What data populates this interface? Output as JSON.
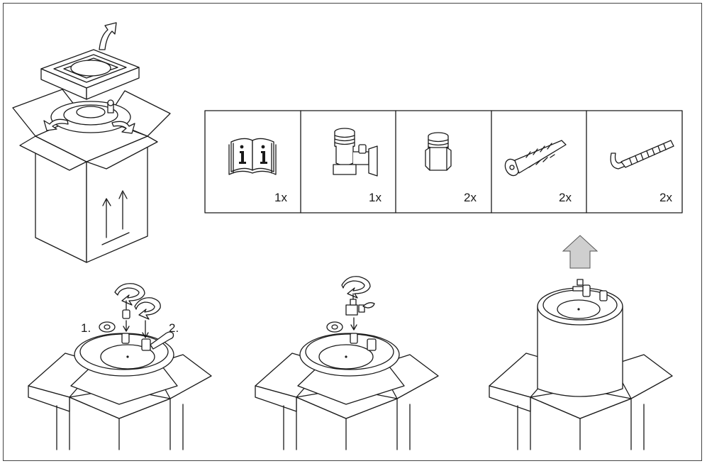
{
  "parts": [
    {
      "icon": "manual-book-icon",
      "qty": "1x"
    },
    {
      "icon": "safety-valve-icon",
      "qty": "1x"
    },
    {
      "icon": "pipe-fitting-icon",
      "qty": "2x"
    },
    {
      "icon": "wall-plug-icon",
      "qty": "2x"
    },
    {
      "icon": "hook-screw-icon",
      "qty": "2x"
    }
  ],
  "steps": {
    "one": "1.",
    "two": "2."
  },
  "colors": {
    "line": "#1a1a1a",
    "arrow_fill": "#cfcfcf"
  }
}
